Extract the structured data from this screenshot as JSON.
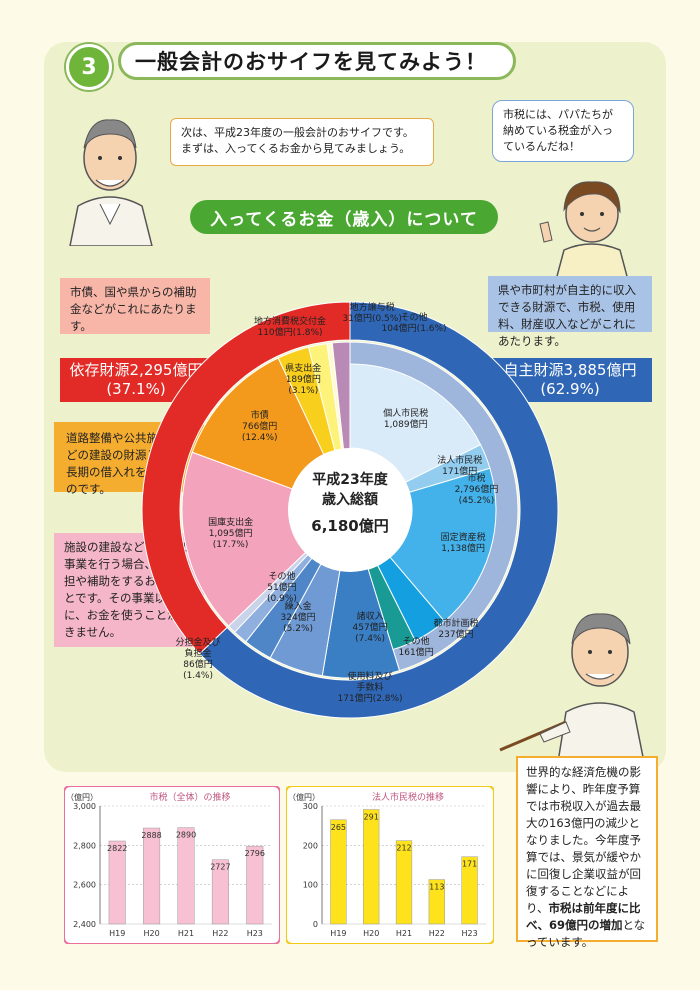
{
  "header": {
    "number": "3",
    "title": "一般会計のおサイフを見てみよう！"
  },
  "bubbles": {
    "teacher_line1": "次は、平成23年度の一般会計のおサイフです。",
    "teacher_line2": "まずは、入ってくるお金から見てみましょう。",
    "kid": "市税には、パパたちが納めている税金が入っているんだね！"
  },
  "section_title": "入ってくるお金（歳入）について",
  "notes": {
    "dependent_desc": "市債、国や県からの補助金などがこれにあたります。",
    "own_desc": "県や市町村が自主的に収入できる財源で、市税、使用料、財産収入などがこれにあたります。",
    "debt_desc": "道路整備や公共施設などの建設の財源として、長期の借入れを行うものです。",
    "subsidy_desc": "施設の建設などの特定の事業を行う場合、国が負担や補助をするお金のことです。その事業以外に、お金を使うことができません。",
    "right_plain1": "世界的な経済危機の影響により、昨年度予算では市税収入が過去最大の163億円の減少となりました。今年度予算では、景気が緩やかに回復し企業収益が回復することなどにより、",
    "right_bold": "市税は前年度に比べ、69億円の増加",
    "right_plain2": "となっています。"
  },
  "finance": {
    "dependent_line1": "依存財源2,295億円",
    "dependent_line2": "(37.1%)",
    "own_line1": "自主財源3,885億円",
    "own_line2": "(62.9%)",
    "colors": {
      "dependent": "#e22b26",
      "own": "#2f66b5"
    }
  },
  "donut_center": {
    "line1": "平成23年度",
    "line2": "歳入総額",
    "line3": "6,180億円"
  },
  "chart_data": [
    {
      "type": "pie",
      "title": "平成23年度 歳入総額 6,180億円",
      "unit": "億円",
      "outer_ring": [
        {
          "name": "自主財源",
          "value": 3885,
          "percent": 62.9,
          "color": "#2f66b5"
        },
        {
          "name": "依存財源",
          "value": 2295,
          "percent": 37.1,
          "color": "#e22b26"
        }
      ],
      "middle_ring": [
        {
          "name": "市税",
          "value": 2796,
          "percent": 45.2,
          "label": [
            "市税",
            "2,796億円",
            "(45.2%)"
          ],
          "color": "#9fb6dc"
        },
        {
          "name": "諸収入",
          "value": 457,
          "percent": 7.4,
          "label": [
            "諸収入",
            "457億円",
            "(7.4%)"
          ],
          "color": "#3a7ec4"
        },
        {
          "name": "繰入金",
          "value": 324,
          "percent": 5.2,
          "label": [
            "繰入金",
            "324億円",
            "(5.2%)"
          ],
          "color": "#6f9ad4"
        },
        {
          "name": "使用料及び手数料",
          "value": 171,
          "percent": 2.8,
          "label": [
            "使用料及び",
            "手数料",
            "171億円(2.8%)"
          ],
          "color": "#4f86c8"
        },
        {
          "name": "分担金及び負担金",
          "value": 86,
          "percent": 1.4,
          "label": [
            "分担金及び",
            "負担金",
            "86億円",
            "(1.4%)"
          ],
          "color": "#8fb0de"
        },
        {
          "name": "その他",
          "value": 51,
          "percent": 0.9,
          "label": [
            "その他",
            "51億円",
            "(0.9%)"
          ],
          "color": "#c9d3ea"
        },
        {
          "name": "国庫支出金",
          "value": 1095,
          "percent": 17.7,
          "label": [
            "国庫支出金",
            "1,095億円",
            "(17.7%)"
          ],
          "color": "#f3a3bb"
        },
        {
          "name": "市債",
          "value": 766,
          "percent": 12.4,
          "label": [
            "市債",
            "766億円",
            "(12.4%)"
          ],
          "color": "#f39a1c"
        },
        {
          "name": "県支出金",
          "value": 189,
          "percent": 3.1,
          "label": [
            "県支出金",
            "189億円",
            "(3.1%)"
          ],
          "color": "#f9cf1e"
        },
        {
          "name": "地方消費税交付金",
          "value": 110,
          "percent": 1.8,
          "label": [
            "地方消費税交付金",
            "110億円(1.8%)"
          ],
          "color": "#fdf27a"
        },
        {
          "name": "地方譲与税",
          "value": 31,
          "percent": 0.5,
          "label": [
            "地方譲与税",
            "31億円(0.5%)"
          ],
          "color": "#fffbd0"
        },
        {
          "name": "その他",
          "value": 104,
          "percent": 1.6,
          "label": [
            "その他",
            "104億円(1.6%)"
          ],
          "color": "#b98ab6"
        }
      ],
      "inner_ring_of_city_tax": [
        {
          "name": "個人市民税",
          "value": 1089,
          "label": [
            "個人市民税",
            "1,089億円"
          ],
          "color": "#d9eaf8"
        },
        {
          "name": "法人市民税",
          "value": 171,
          "label": [
            "法人市民税",
            "171億円"
          ],
          "color": "#92cdf0"
        },
        {
          "name": "固定資産税",
          "value": 1138,
          "label": [
            "固定資産税",
            "1,138億円"
          ],
          "color": "#44b2ea"
        },
        {
          "name": "都市計画税",
          "value": 237,
          "label": [
            "都市計画税",
            "237億円"
          ],
          "color": "#149fe0"
        },
        {
          "name": "その他",
          "value": 161,
          "label": [
            "その他",
            "161億円"
          ],
          "color": "#199a94"
        }
      ]
    },
    {
      "type": "bar",
      "title": "市税（全体）の推移",
      "ylabel": "（億円）",
      "categories": [
        "H19",
        "H20",
        "H21",
        "H22",
        "H23"
      ],
      "values": [
        2822,
        2888,
        2890,
        2727,
        2796
      ],
      "ylim": [
        2400,
        3000
      ],
      "yticks": [
        "2,400",
        "2,600",
        "2,800",
        "3,000"
      ],
      "ytick_values": [
        2400,
        2600,
        2800,
        3000
      ],
      "color": "#f7c0d3",
      "frame_color": "#e9709c",
      "grid": true
    },
    {
      "type": "bar",
      "title": "法人市民税の推移",
      "ylabel": "（億円）",
      "categories": [
        "H19",
        "H20",
        "H21",
        "H22",
        "H23"
      ],
      "values": [
        265,
        291,
        212,
        113,
        171
      ],
      "ylim": [
        0,
        300
      ],
      "yticks": [
        "0",
        "100",
        "200",
        "300"
      ],
      "ytick_values": [
        0,
        100,
        200,
        300
      ],
      "color": "#fde21c",
      "frame_color": "#f1c919",
      "grid": true
    }
  ]
}
